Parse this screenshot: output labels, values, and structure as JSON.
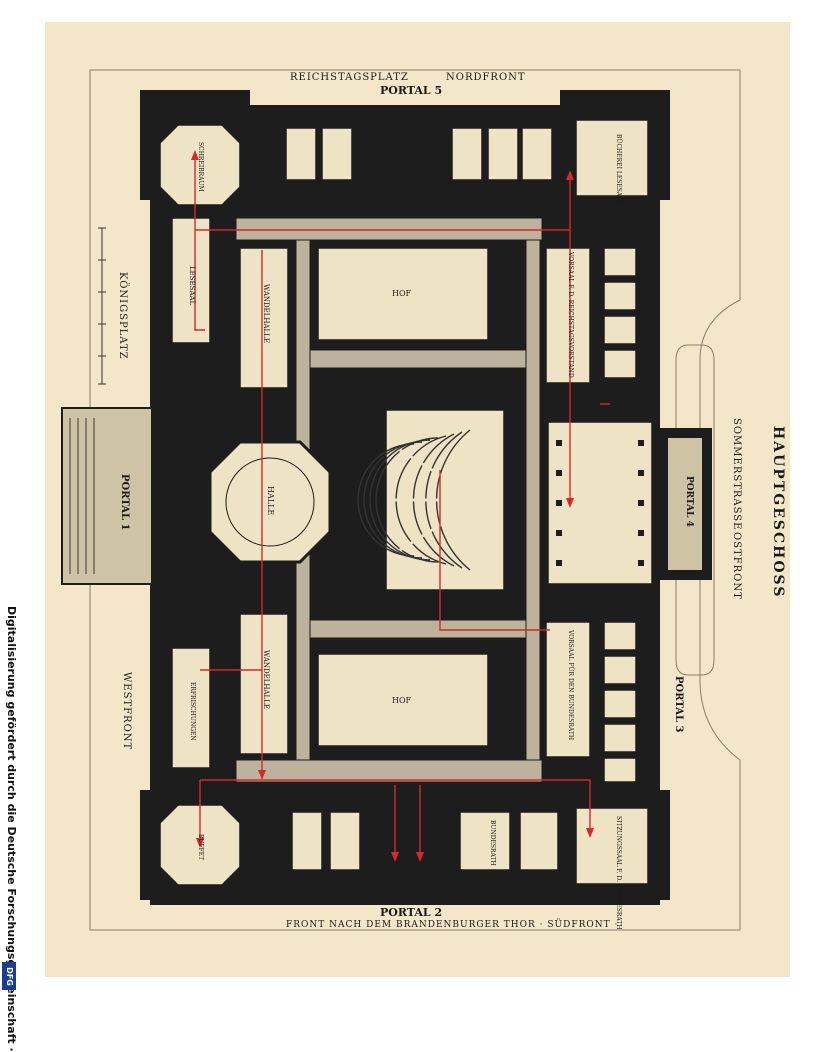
{
  "map": {
    "title": "HAUPTGESCHOSS",
    "labels": {
      "reichstagsplatz": "REICHSTAGSPLATZ",
      "portal5": "PORTAL 5",
      "nordfront": "NORDFRONT",
      "portal2": "PORTAL 2",
      "suedfront": "FRONT NACH DEM BRANDENBURGER THOR · SÜDFRONT ·",
      "koenigsplatz": "KÖNIGSPLATZ",
      "westfront": "WESTFRONT",
      "portal1": "PORTAL 1",
      "portal3": "PORTAL 3",
      "portal4": "PORTAL 4",
      "sommerstrasse": "SOMMERSTRASSE",
      "ostfront": "OSTFRONT"
    },
    "rooms": {
      "hof_north": "HOF",
      "hof_south": "HOF",
      "halle": "HALLE",
      "wandelhalle": "WANDELHALLE",
      "wandelhalle_south": "WANDELHALLE",
      "lesesaal": "LESESAAL",
      "vorsaal_north": "VORSAAL F. D. REICHSTAGSVORSTAND",
      "vorsaal_south": "VORSAAL FÜR DEN BUNDESRATH",
      "schreibraum": "SCHREIBRAUM",
      "buecherei": "BÜCHEREI LESESAAL",
      "sitzungssaal": "SITZUNGSSAAL F. D. BUNDESRATH",
      "bundesrath": "BUNDESRATH",
      "erfrischungen": "ERFRISCHUNGEN",
      "buffet": "BUFFET"
    }
  },
  "footer": {
    "credit": "Digitalisierung gefördert durch die Deutsche Forschungsgemeinschaft ·",
    "logo": "DFG"
  }
}
